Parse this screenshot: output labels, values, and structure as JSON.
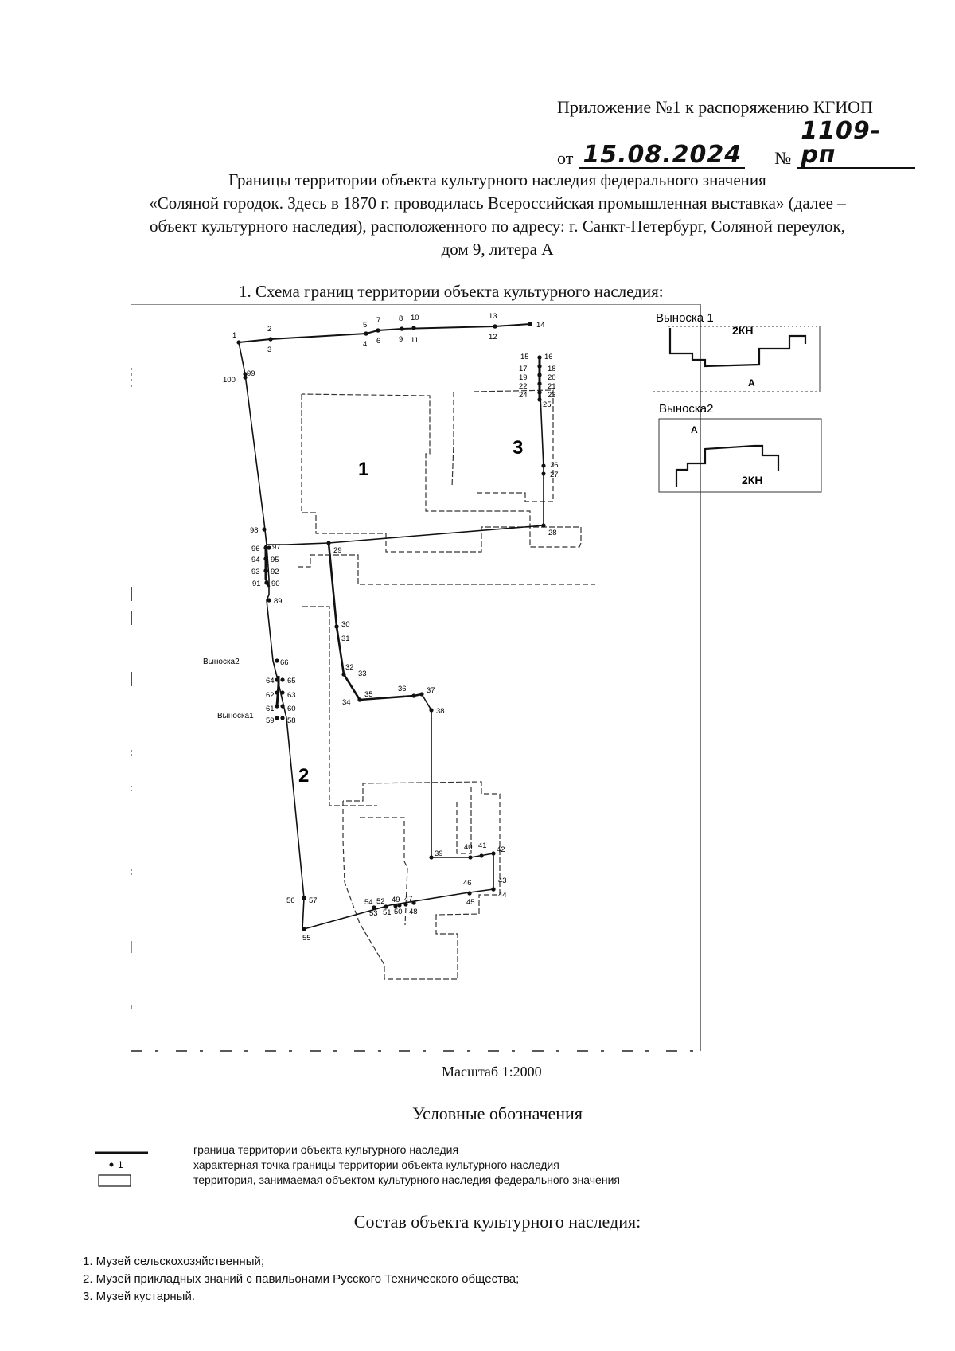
{
  "annex": {
    "line1": "Приложение №1 к распоряжению КГИОП",
    "from_label": "от",
    "date": "15.08.2024",
    "no_label": "№",
    "number": "1109-рп"
  },
  "title_lines": [
    "Границы территории объекта культурного наследия федерального значения",
    "«Соляной городок. Здесь в 1870 г. проводилась Всероссийская промышленная выставка» (далее –",
    "объект культурного наследия), расположенного по адресу: г. Санкт-Петербург, Соляной переулок,",
    "дом 9, литера А"
  ],
  "scheme_heading": "1.   Схема границ территории объекта культурного наследия:",
  "map": {
    "building_labels": [
      "1",
      "2",
      "3"
    ],
    "callout1": {
      "title": "Выноска 1",
      "zone": "2КН",
      "mark": "А"
    },
    "callout2": {
      "title": "Выноска2",
      "zone": "2КН",
      "mark": "А"
    },
    "callout_ref1": "Выноска1",
    "callout_ref2": "Выноска2",
    "point_labels": [
      "1",
      "2",
      "3",
      "4",
      "5",
      "6",
      "7",
      "8",
      "9",
      "10",
      "11",
      "13",
      "12",
      "14",
      "15",
      "16",
      "17",
      "18",
      "19",
      "20",
      "22",
      "21",
      "24",
      "23",
      "25",
      "26",
      "27",
      "28",
      "29",
      "30",
      "31",
      "32",
      "33",
      "34",
      "35",
      "36",
      "37",
      "38",
      "39",
      "40",
      "41",
      "42",
      "43",
      "44",
      "45",
      "46",
      "47",
      "48",
      "49",
      "50",
      "51",
      "52",
      "53",
      "54",
      "55",
      "56",
      "57",
      "58",
      "59",
      "60",
      "61",
      "62",
      "63",
      "64",
      "65",
      "66",
      "89",
      "90",
      "91",
      "92",
      "93",
      "94",
      "95",
      "96",
      "97",
      "98",
      "99",
      "100"
    ]
  },
  "scale": "Масштаб 1:2000",
  "legend_title": "Условные обозначения",
  "legend": {
    "point_symbol": "1",
    "items": [
      "граница территории объекта культурного наследия",
      "характерная точка границы территории объекта культурного наследия",
      "территория, занимаемая объектом культурного наследия федерального значения"
    ]
  },
  "composition_title": "Состав объекта культурного наследия:",
  "composition": [
    "1. Музей сельскохозяйственный;",
    "2. Музей прикладных знаний с павильонами Русского Технического общества;",
    "3. Музей кустарный."
  ]
}
